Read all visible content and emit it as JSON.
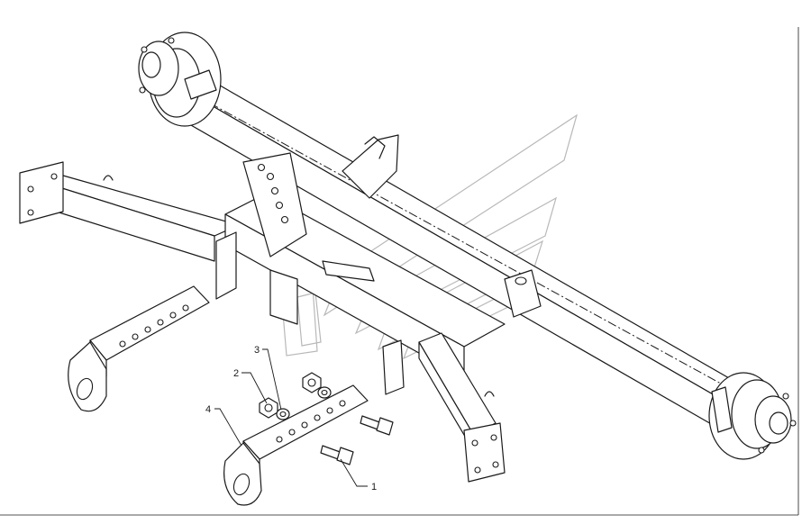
{
  "diagram": {
    "callouts": [
      {
        "id": "1",
        "label": "1",
        "part": "bolt"
      },
      {
        "id": "2",
        "label": "2",
        "part": "nut"
      },
      {
        "id": "3",
        "label": "3",
        "part": "washer"
      },
      {
        "id": "4",
        "label": "4",
        "part": "drawbar-eye"
      }
    ]
  }
}
